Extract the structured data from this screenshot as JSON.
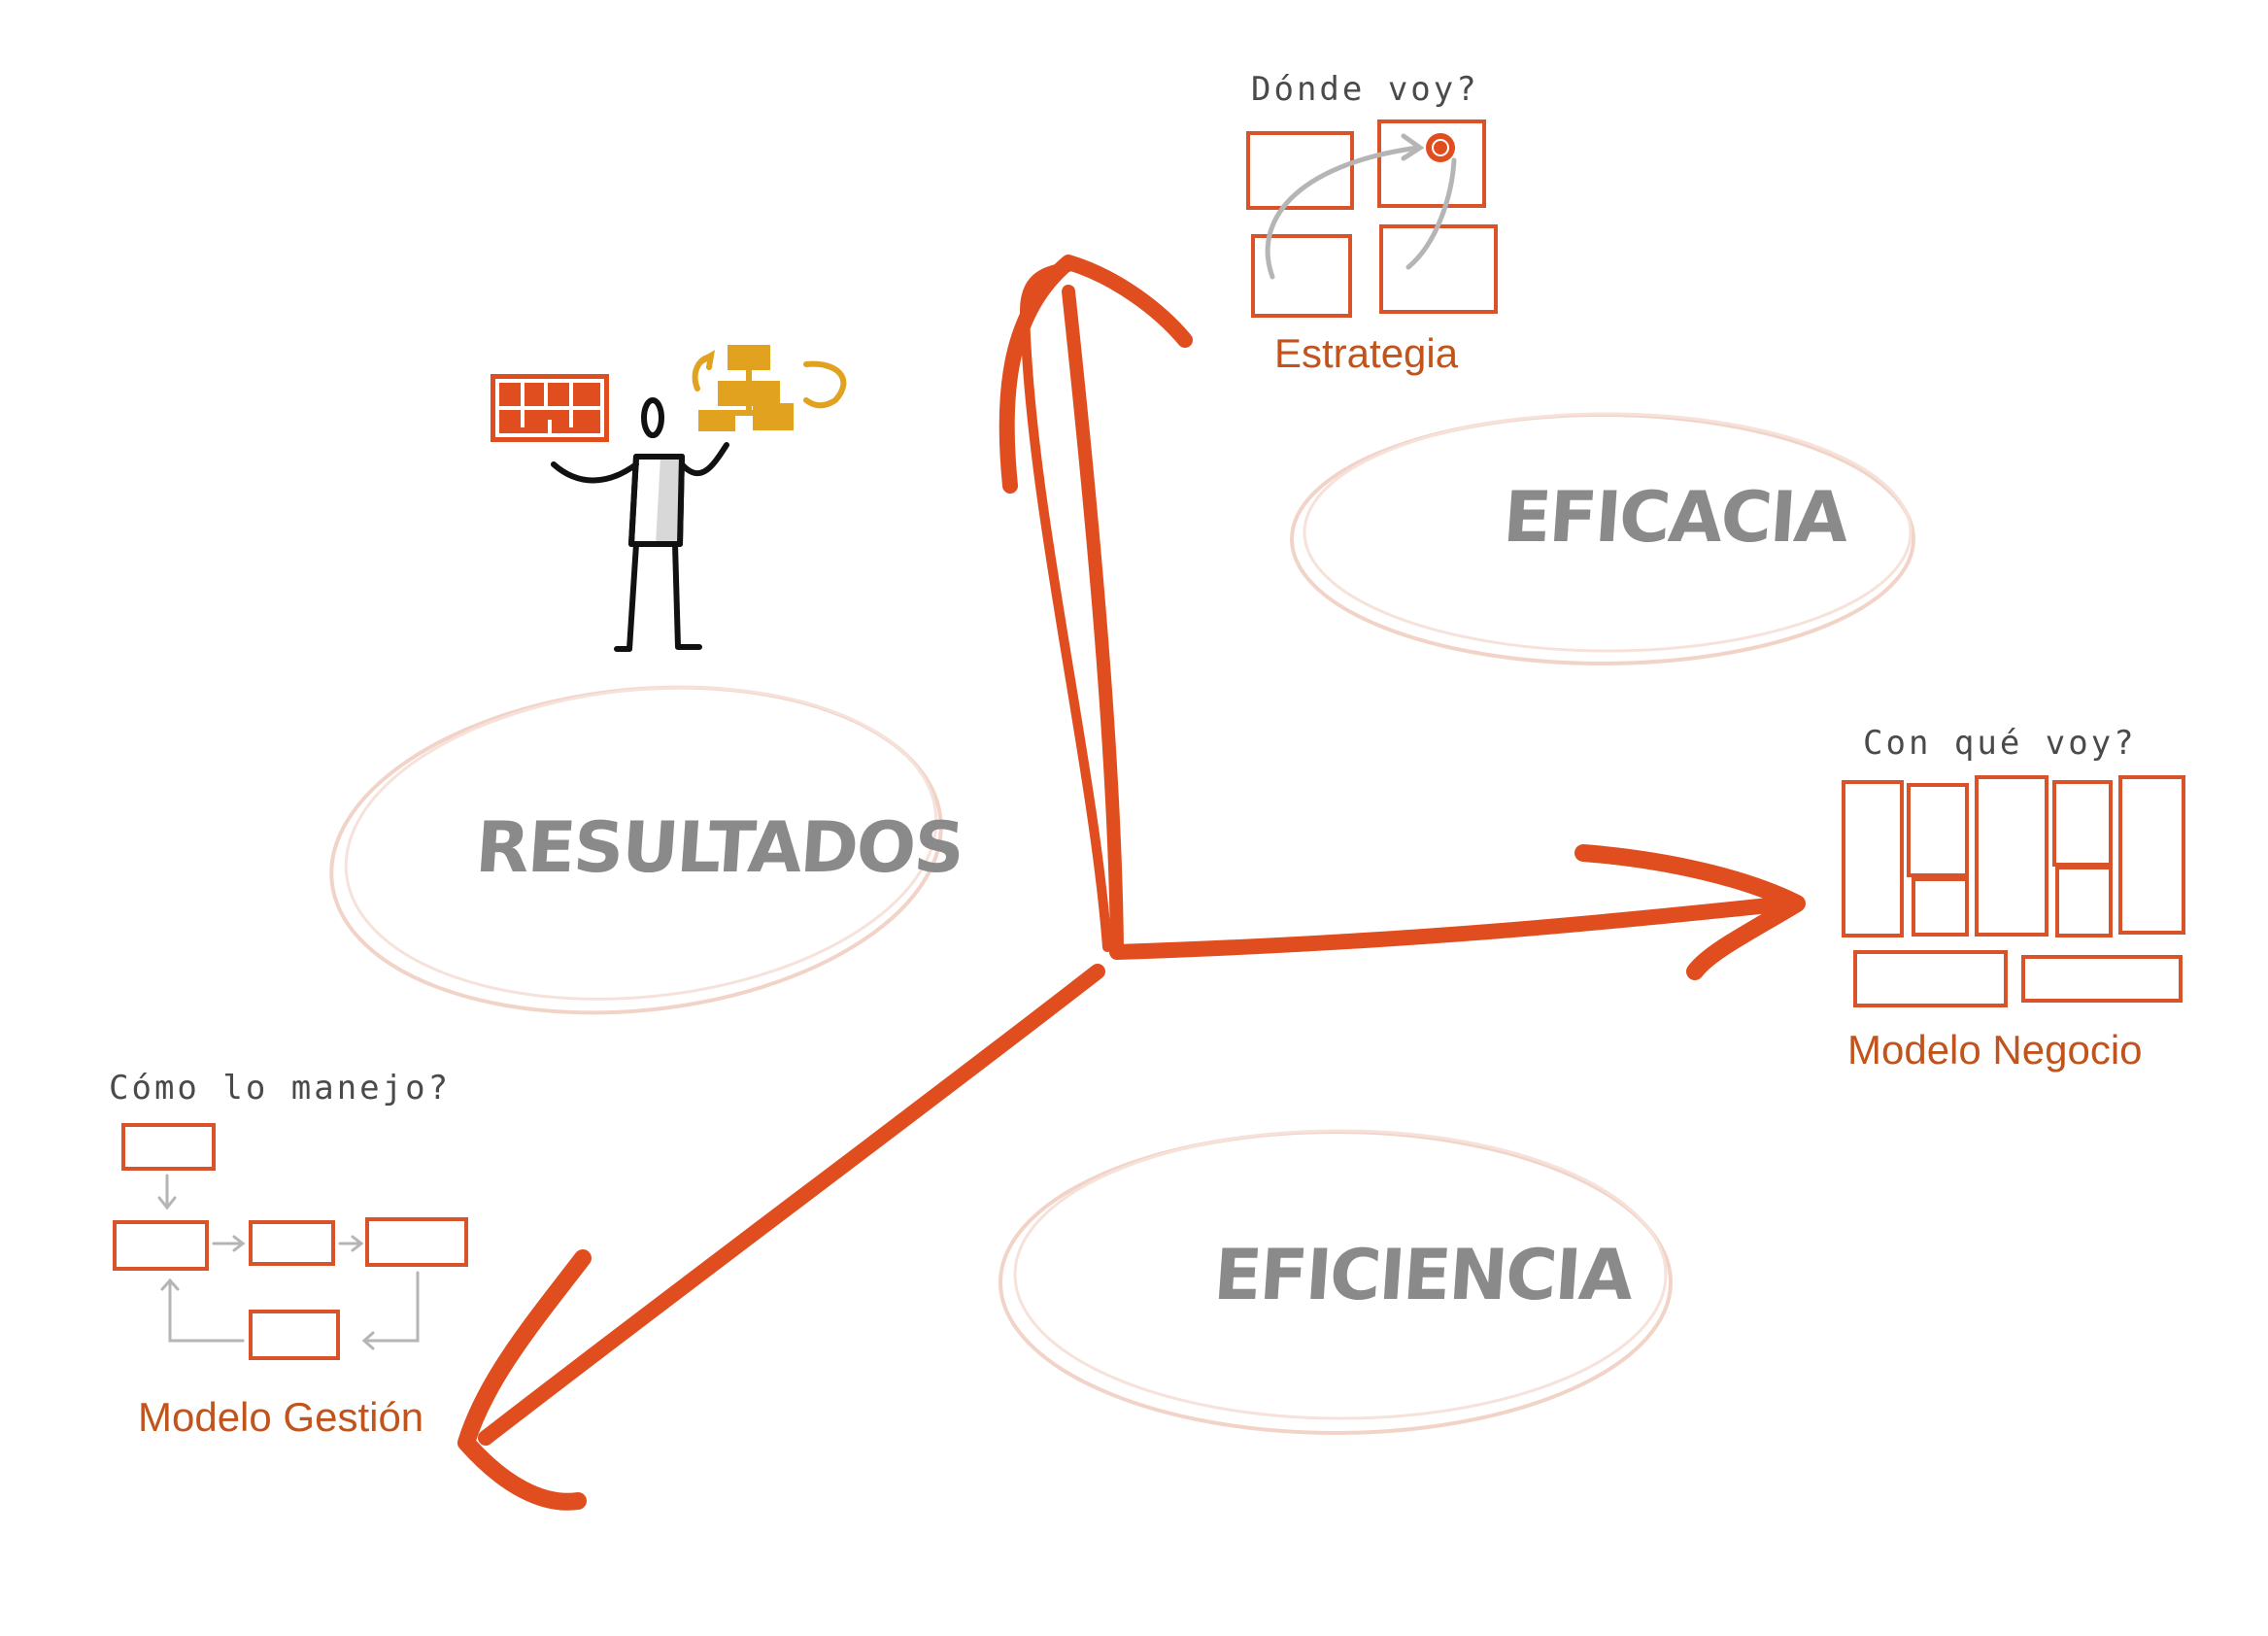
{
  "axes": {
    "up": {
      "question": "Dónde voy?",
      "label": "Estrategia"
    },
    "right": {
      "question": "Con qué voy?",
      "label": "Modelo Negocio"
    },
    "down_left": {
      "question": "Cómo lo manejo?",
      "label": "Modelo Gestión"
    }
  },
  "zones": {
    "eficacia": "EFICACIA",
    "resultados": "RESULTADOS",
    "eficiencia": "EFICIENCIA"
  },
  "colors": {
    "arrow": "#e04e1f",
    "box": "#d9532a",
    "label": "#c0541c",
    "zone_text": "#8a8a8a",
    "ellipse": "#f2d3c8",
    "gold": "#e0a21f",
    "grey_arrow": "#b5b5b5"
  }
}
